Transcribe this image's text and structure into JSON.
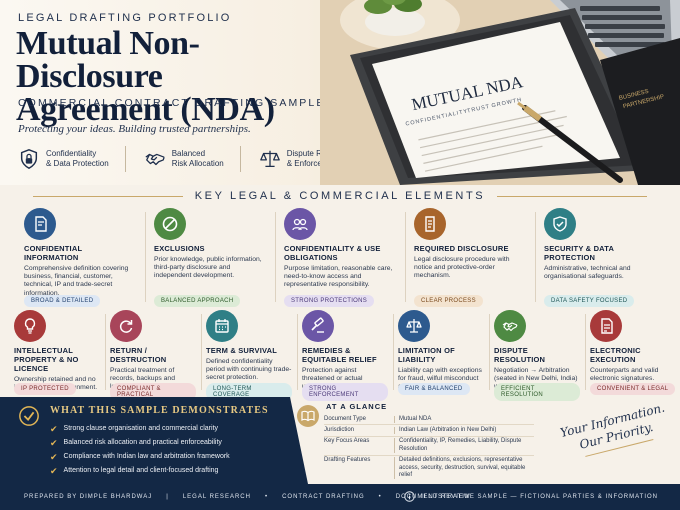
{
  "hero": {
    "kicker": "LEGAL DRAFTING PORTFOLIO",
    "title_line1": "Mutual Non-Disclosure",
    "title_line2": "Agreement (NDA)",
    "subtitle": "COMMERCIAL CONTRACT DRAFTING SAMPLE",
    "tagline": "Protecting your ideas. Building trusted partnerships.",
    "badges": [
      {
        "icon": "lock-shield-icon",
        "line1": "Confidentiality",
        "line2": "& Data Protection"
      },
      {
        "icon": "handshake-icon",
        "line1": "Balanced",
        "line2": "Risk Allocation"
      },
      {
        "icon": "scales-icon",
        "line1": "Dispute Resolution",
        "line2": "& Enforceability"
      }
    ],
    "document": {
      "title": "MUTUAL NDA",
      "words": [
        "CONFIDENTIALITY",
        "TRUST",
        "GROWTH"
      ]
    },
    "binder": {
      "line1": "BUSINESS",
      "line2": "PARTNERSHIP"
    }
  },
  "elements": {
    "heading": "KEY LEGAL & COMMERCIAL ELEMENTS",
    "row1": [
      {
        "icon": "document-shield-icon",
        "color": "#2d5a8e",
        "title": "CONFIDENTIAL INFORMATION",
        "body": "Comprehensive definition covering business, financial, customer, technical, IP and trade-secret information.",
        "pill": "BROAD & DETAILED",
        "pill_class": "p-blue"
      },
      {
        "icon": "ban-icon",
        "color": "#4e8a43",
        "title": "EXCLUSIONS",
        "body": "Prior knowledge, public information, third-party disclosure and independent development.",
        "pill": "BALANCED APPROACH",
        "pill_class": "p-green"
      },
      {
        "icon": "people-icon",
        "color": "#6b56a6",
        "title": "CONFIDENTIALITY & USE OBLIGATIONS",
        "body": "Purpose limitation, reasonable care, need-to-know access and representative responsibility.",
        "pill": "STRONG PROTECTIONS",
        "pill_class": "p-purple"
      },
      {
        "icon": "disclosure-document-icon",
        "color": "#a8652c",
        "title": "REQUIRED DISCLOSURE",
        "body": "Legal disclosure procedure with notice and protective-order mechanism.",
        "pill": "CLEAR PROCESS",
        "pill_class": "p-orange"
      },
      {
        "icon": "shield-check-icon",
        "color": "#2f7f86",
        "title": "SECURITY & DATA PROTECTION",
        "body": "Administrative, technical and organisational safeguards.",
        "pill": "DATA SAFETY FOCUSED",
        "pill_class": "p-teal"
      }
    ],
    "row2": [
      {
        "icon": "lightbulb-icon",
        "color": "#a83a3a",
        "title": "INTELLECTUAL PROPERTY & NO LICENCE",
        "body": "Ownership retained and no implied licence/assignment.",
        "pill": "IP PROTECTED",
        "pill_class": "p-red"
      },
      {
        "icon": "refresh-icon",
        "color": "#a8455a",
        "title": "RETURN / DESTRUCTION",
        "body": "Practical treatment of records, backups and legally required retention.",
        "pill": "COMPLIANT & PRACTICAL",
        "pill_class": "p-red"
      },
      {
        "icon": "calendar-icon",
        "color": "#2f7f86",
        "title": "TERM & SURVIVAL",
        "body": "Defined confidentiality period with continuing trade-secret protection.",
        "pill": "LONG-TERM COVERAGE",
        "pill_class": "p-teal"
      },
      {
        "icon": "gavel-icon",
        "color": "#6b56a6",
        "title": "REMEDIES & EQUITABLE RELIEF",
        "body": "Protection against threatened or actual unauthorised disclosure.",
        "pill": "STRONG ENFORCEMENT",
        "pill_class": "p-purple"
      },
      {
        "icon": "scales-icon",
        "color": "#2d5a8e",
        "title": "LIMITATION OF LIABILITY",
        "body": "Liability cap with exceptions for fraud, wilful misconduct and other key matters.",
        "pill": "FAIR & BALANCED",
        "pill_class": "p-blue"
      },
      {
        "icon": "handshake-icon",
        "color": "#4e8a43",
        "title": "DISPUTE RESOLUTION",
        "body": "Negotiation → Arbitration (seated in New Delhi, India) with defined governing law.",
        "pill": "EFFICIENT RESOLUTION",
        "pill_class": "p-green"
      },
      {
        "icon": "e-document-icon",
        "color": "#a83a3a",
        "title": "ELECTRONIC EXECUTION",
        "body": "Counterparts and valid electronic signatures.",
        "pill": "CONVENIENT & LEGAL",
        "pill_class": "p-red"
      }
    ]
  },
  "demonstrates": {
    "heading": "WHAT THIS SAMPLE DEMONSTRATES",
    "items": [
      "Strong clause organisation and commercial clarity",
      "Balanced risk allocation and practical enforceability",
      "Compliance with Indian law and arbitration framework",
      "Attention to legal detail and client-focused drafting"
    ]
  },
  "glance": {
    "heading": "AT A GLANCE",
    "rows": [
      {
        "k": "Document Type",
        "v": "Mutual NDA"
      },
      {
        "k": "Jurisdiction",
        "v": "Indian Law (Arbitration in New Delhi)"
      },
      {
        "k": "Key Focus Areas",
        "v": "Confidentiality, IP, Remedies, Liability, Dispute Resolution"
      },
      {
        "k": "Drafting Features",
        "v": "Detailed definitions, exclusions, representative access, security, destruction, survival, equitable relief"
      }
    ]
  },
  "signature": {
    "line1": "Your Information.",
    "line2": "Our Priority."
  },
  "footer": {
    "prepared": "PREPARED BY DIMPLE BHARDWAJ",
    "tags": [
      "LEGAL RESEARCH",
      "CONTRACT DRAFTING",
      "DOCUMENT REVIEW"
    ],
    "note": "ILLUSTRATIVE SAMPLE — FICTIONAL PARTIES & INFORMATION"
  },
  "colors": {
    "navy": "#132845",
    "gold": "#c9a86a",
    "cream": "#f6f1e9"
  }
}
